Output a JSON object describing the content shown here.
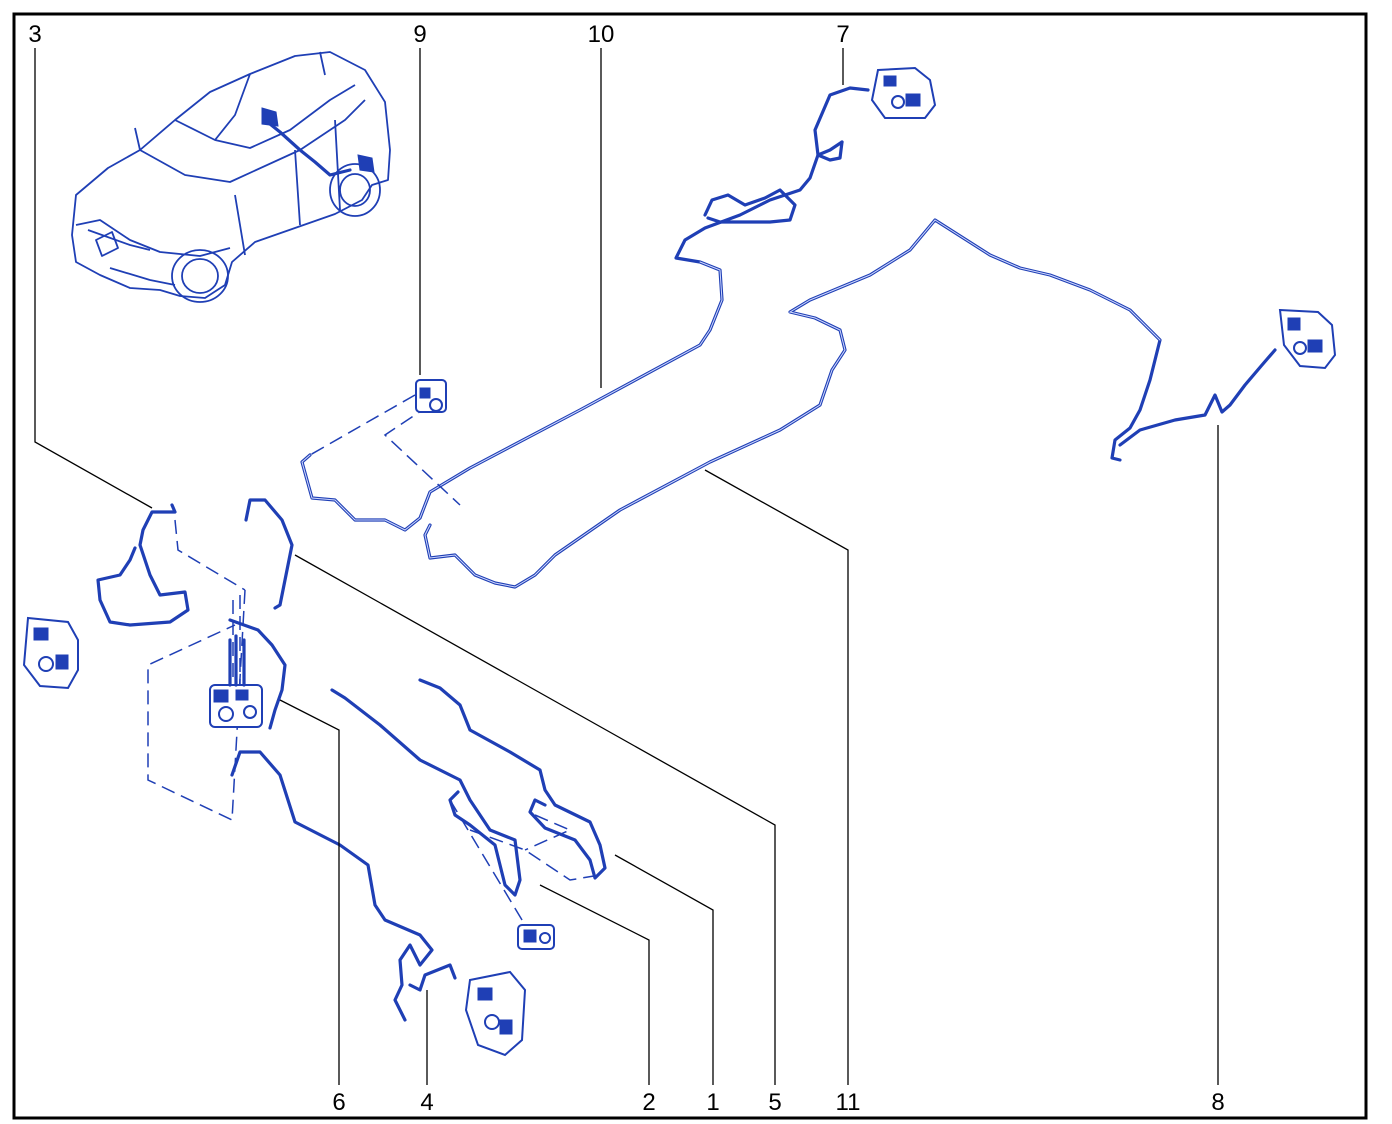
{
  "callouts": {
    "c1": "1",
    "c2": "2",
    "c3": "3",
    "c4": "4",
    "c5": "5",
    "c6": "6",
    "c7": "7",
    "c8": "8",
    "c9": "9",
    "c10": "10",
    "c11": "11"
  },
  "colors": {
    "line_art": "#1f3fb5",
    "leaders": "#000000",
    "background": "#ffffff"
  }
}
